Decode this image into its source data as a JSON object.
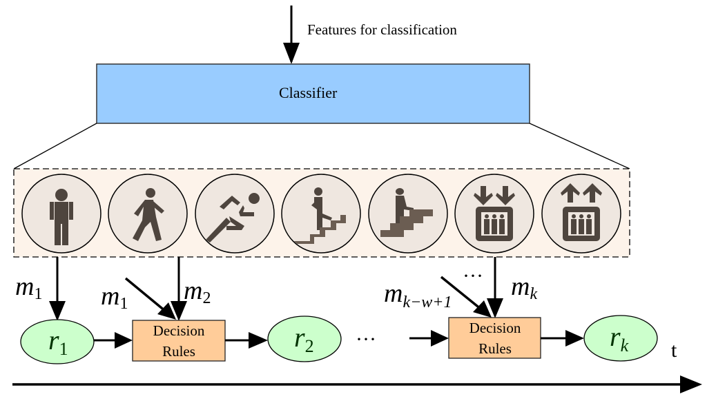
{
  "input_label": "Features for classification",
  "classifier": {
    "label": "Classifier",
    "fill": "#99ccff"
  },
  "activity_icons": [
    {
      "name": "standing-icon",
      "activity": "standing"
    },
    {
      "name": "walking-icon",
      "activity": "walking"
    },
    {
      "name": "running-icon",
      "activity": "running"
    },
    {
      "name": "stairs-down-icon",
      "activity": "going downstairs"
    },
    {
      "name": "stairs-up-icon",
      "activity": "going upstairs"
    },
    {
      "name": "elevator-down-icon",
      "activity": "elevator down"
    },
    {
      "name": "elevator-up-icon",
      "activity": "elevator up"
    }
  ],
  "labels": {
    "m1_base": "m",
    "m1_sub": "1",
    "m1b_base": "m",
    "m1b_sub": "1",
    "m2_base": "m",
    "m2_sub": "2",
    "mkw_base": "m",
    "mkw_sub": "k−w+1",
    "mk_base": "m",
    "mk_sub": "k",
    "dots_top": "···",
    "dots_mid": "···"
  },
  "nodes": {
    "r1_base": "r",
    "r1_sub": "1",
    "r2_base": "r",
    "r2_sub": "2",
    "rk_base": "r",
    "rk_sub": "k",
    "fill": "#ccffcc"
  },
  "decision_rules": {
    "line1": "Decision",
    "line2": "Rules",
    "fill": "#ffcc99"
  },
  "time_axis_label": "t"
}
